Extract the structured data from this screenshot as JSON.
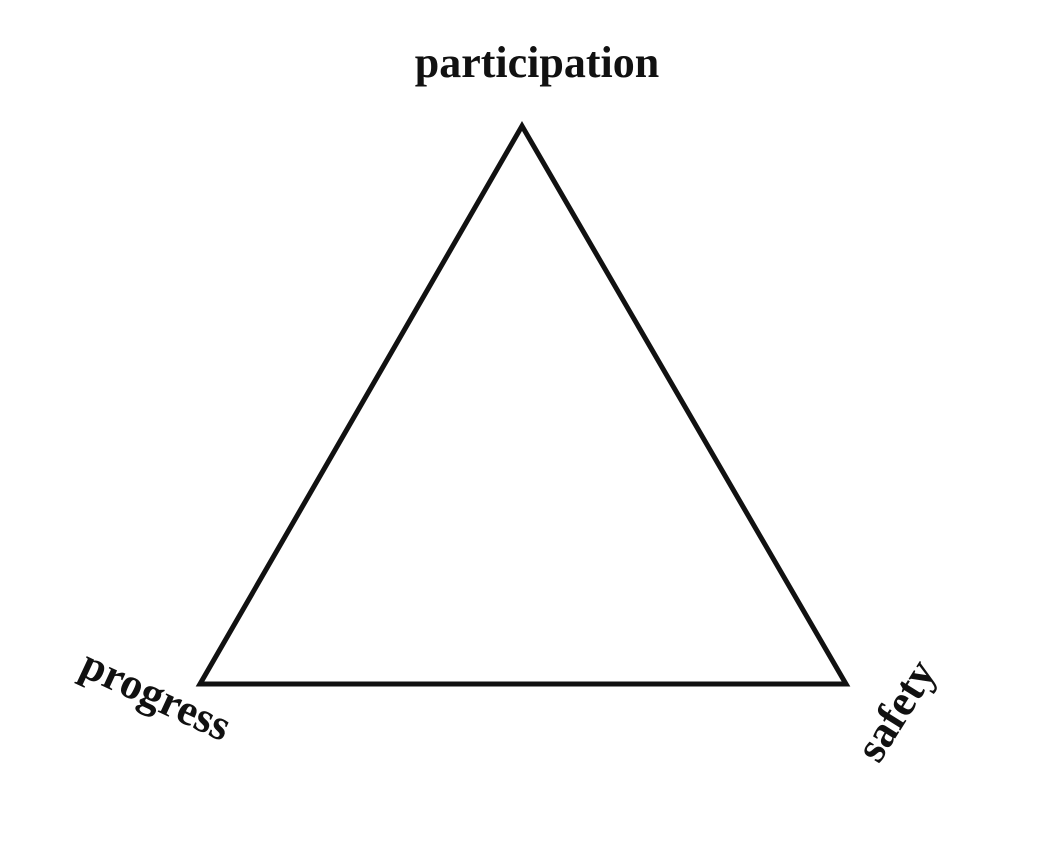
{
  "diagram": {
    "vertices": {
      "top": "participation",
      "bottom_left": "progress",
      "bottom_right": "safety"
    }
  },
  "colors": {
    "stroke": "#111111",
    "text": "#111111",
    "background": "#ffffff"
  }
}
